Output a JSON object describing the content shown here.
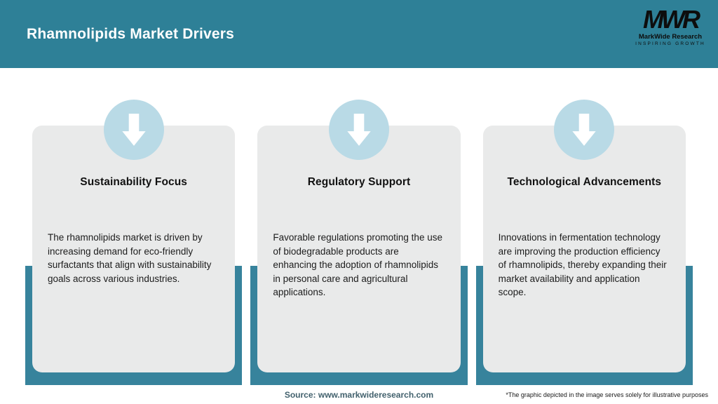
{
  "header": {
    "title": "Rhamnolipids Market Drivers",
    "logo": {
      "mark": "MWR",
      "name": "MarkWide Research",
      "tagline": "INSPIRING GROWTH"
    }
  },
  "cards": [
    {
      "icon": "down-arrow-icon",
      "title": "Sustainability Focus",
      "body": "The rhamnolipids market is driven by increasing demand for eco-friendly surfactants that align with sustainability goals across various industries."
    },
    {
      "icon": "down-arrow-icon",
      "title": "Regulatory Support",
      "body": "Favorable regulations promoting the use of biodegradable products are enhancing the adoption of rhamnolipids in personal care and agricultural applications."
    },
    {
      "icon": "down-arrow-icon",
      "title": "Technological Advancements",
      "body": "Innovations in fermentation technology are improving the production efficiency of rhamnolipids, thereby expanding their market availability and application scope."
    }
  ],
  "footer": {
    "source": "Source: www.markwideresearch.com",
    "disclaimer": "*The graphic depicted in the image serves solely for illustrative purposes"
  },
  "colors": {
    "header_teal": "#2e8097",
    "backdrop_teal": "#37839c",
    "card_bg": "#e9eaea",
    "circle_blue": "#b9dae6",
    "source_color": "#42616d",
    "text_dark": "#1c1c1c"
  }
}
